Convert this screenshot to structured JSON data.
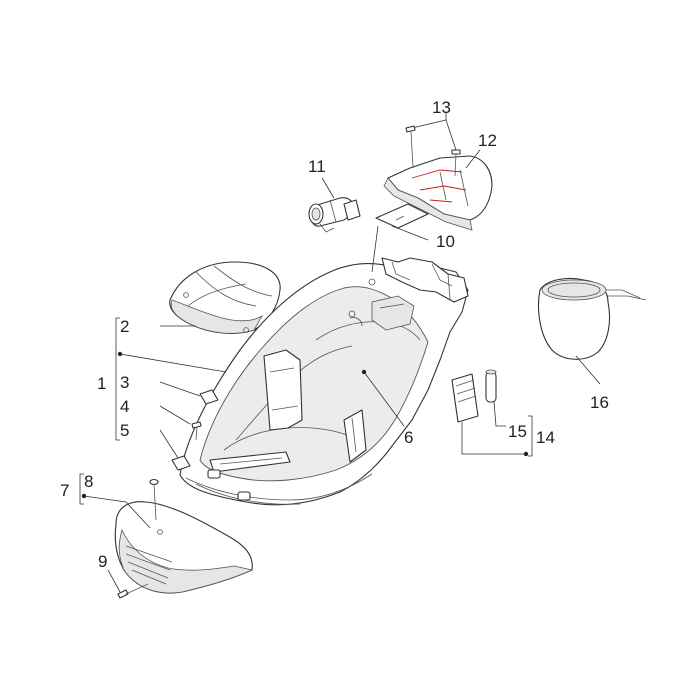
{
  "labels": {
    "p1": "1",
    "p2": "2",
    "p3": "3",
    "p4": "4",
    "p5": "5",
    "p6": "6",
    "p7": "7",
    "p8": "8",
    "p9": "9",
    "p10": "10",
    "p11": "11",
    "p12": "12",
    "p13": "13",
    "p14": "14",
    "p15": "15",
    "p16": "16"
  },
  "colors": {
    "outline": "#333333",
    "highlight": "#c71c22",
    "background": "#ffffff"
  }
}
